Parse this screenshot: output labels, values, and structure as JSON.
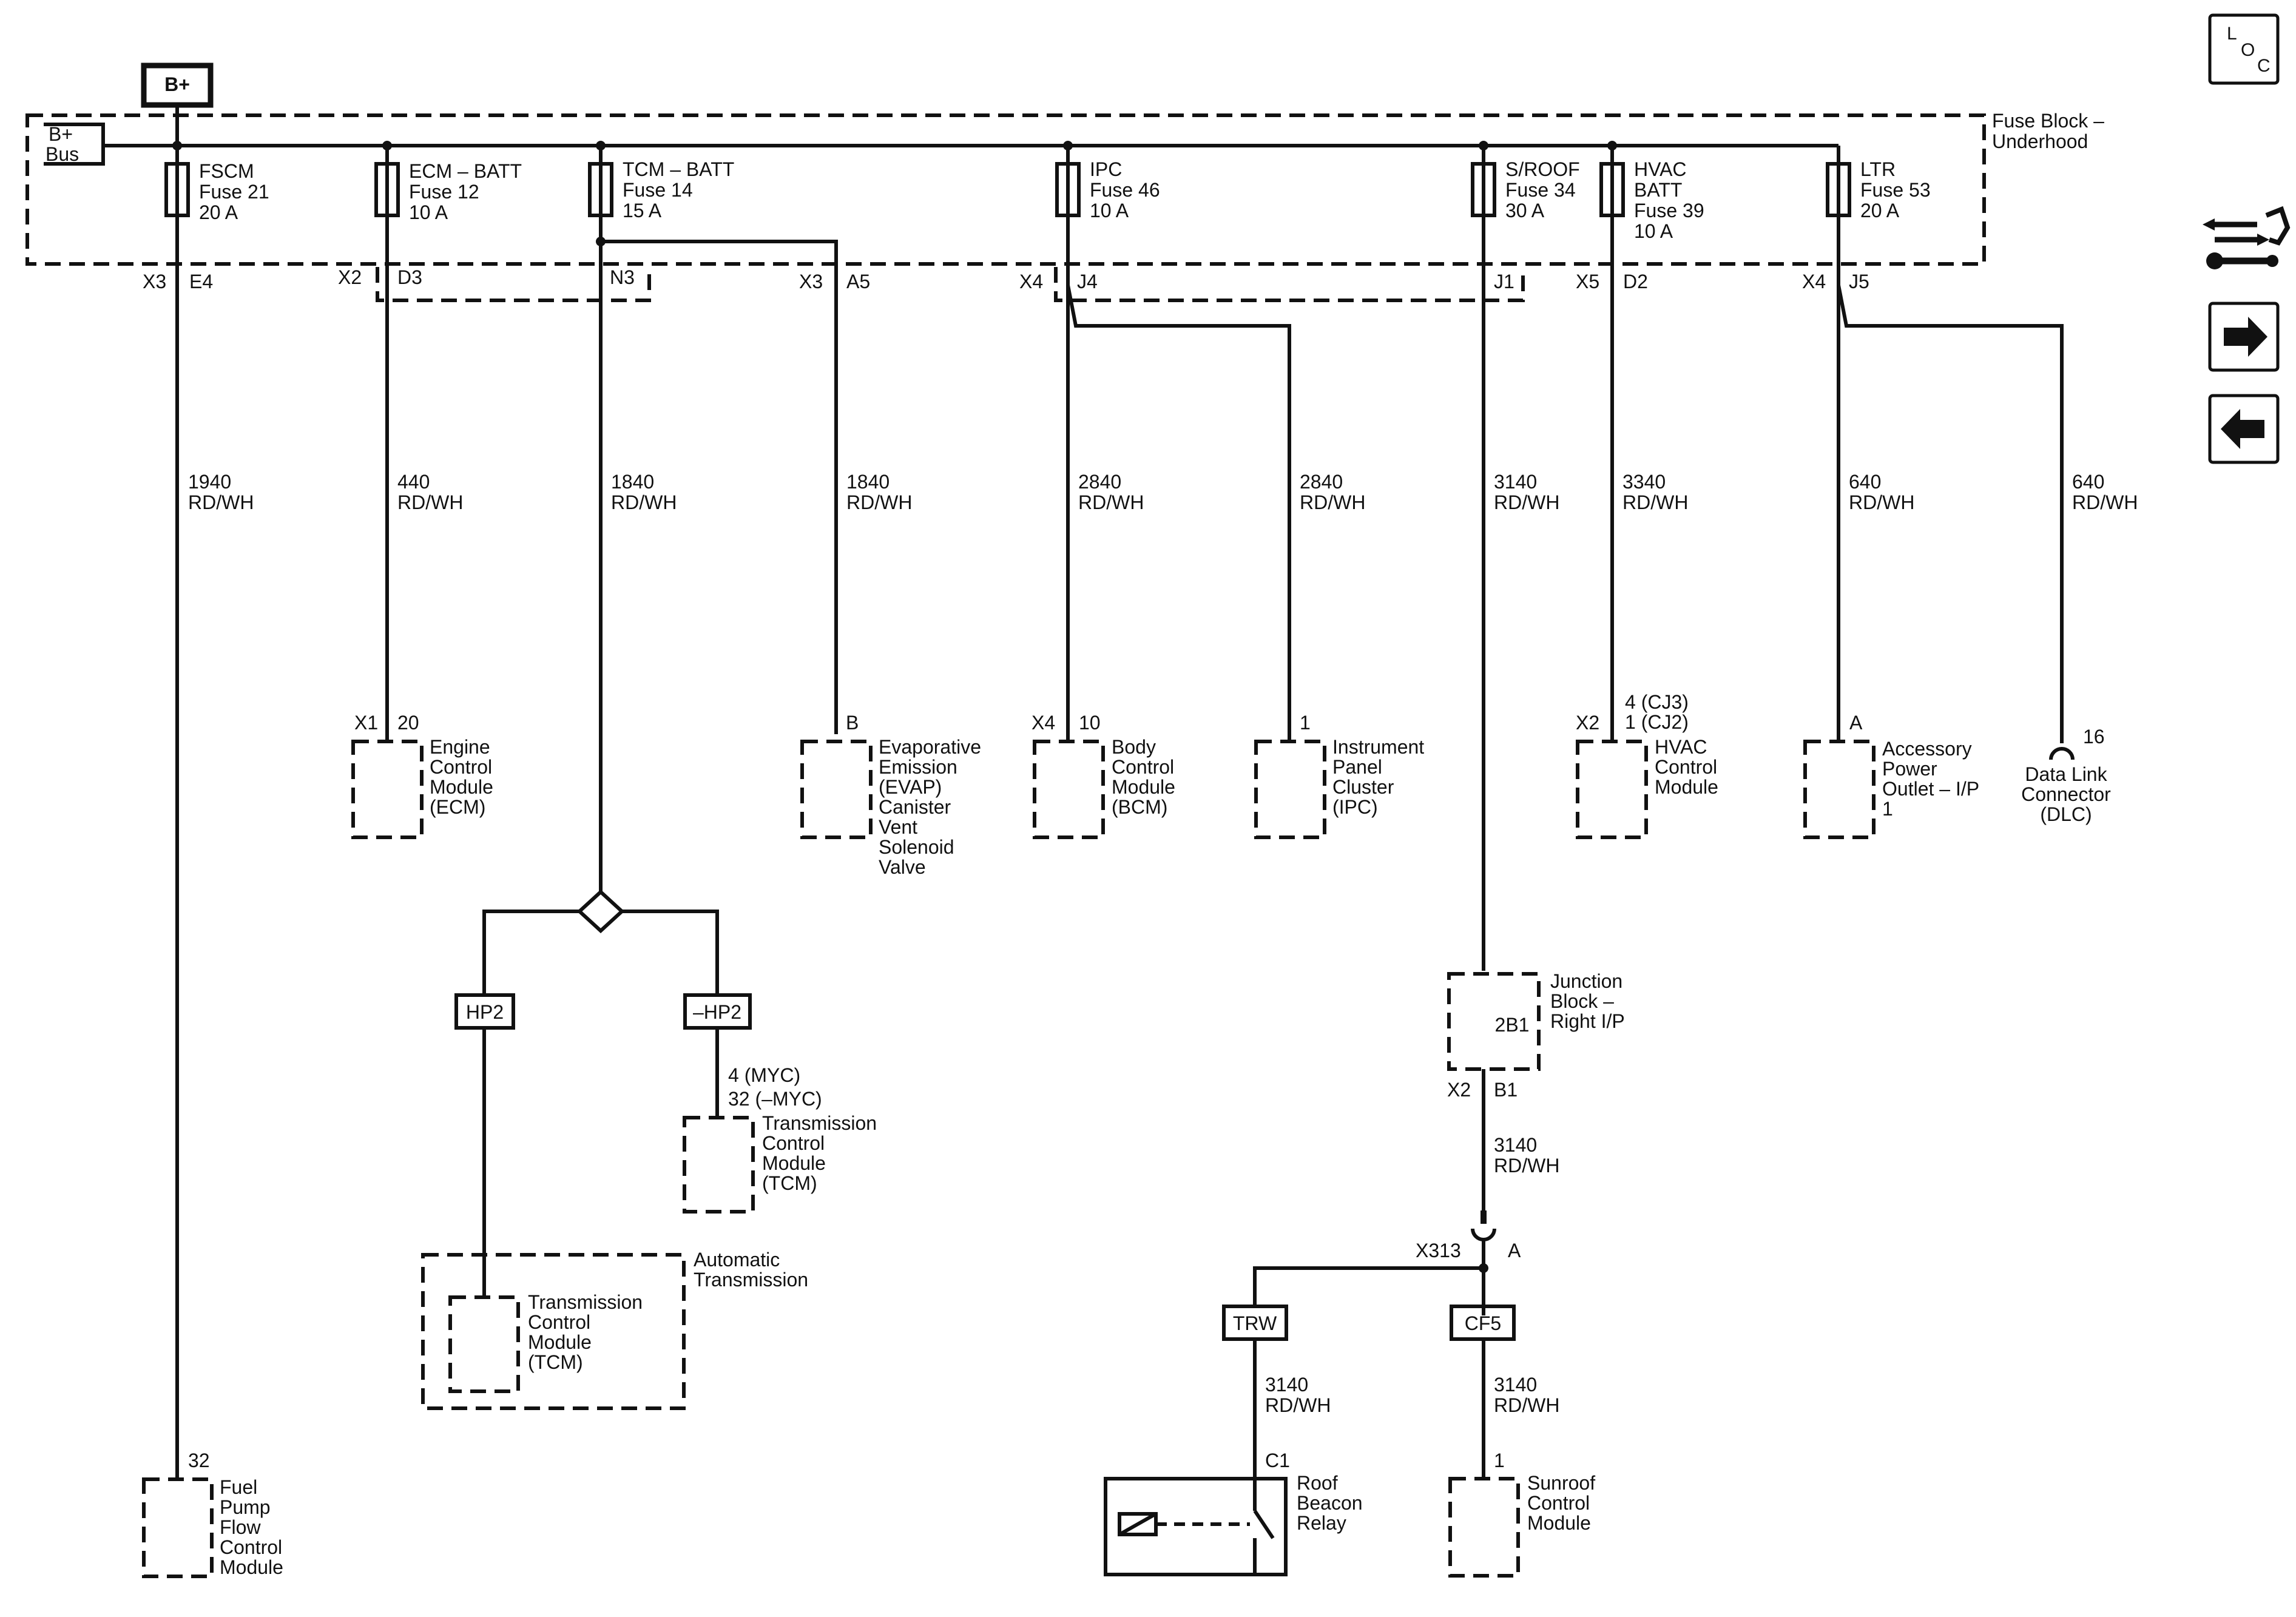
{
  "bplus": "B+",
  "bus_label": [
    "B+",
    "Bus"
  ],
  "fuse_block_label": [
    "Fuse Block –",
    "Underhood"
  ],
  "loc": {
    "l": "L",
    "o": "O",
    "c": "C"
  },
  "fuses": [
    {
      "lines": [
        "FSCM",
        "Fuse 21",
        "20 A"
      ]
    },
    {
      "lines": [
        "ECM – BATT",
        "Fuse 12",
        "10 A"
      ]
    },
    {
      "lines": [
        "TCM – BATT",
        "Fuse 14",
        "15 A"
      ]
    },
    {
      "lines": [
        "IPC",
        "Fuse 46",
        "10 A"
      ]
    },
    {
      "lines": [
        "S/ROOF",
        "Fuse 34",
        "30 A"
      ]
    },
    {
      "lines": [
        "HVAC",
        "BATT",
        "Fuse 39",
        "10 A"
      ]
    },
    {
      "lines": [
        "LTR",
        "Fuse 53",
        "20 A"
      ]
    }
  ],
  "connectors_top": [
    {
      "conn": "X3",
      "pin": "E4"
    },
    {
      "conn": "X2",
      "pin": "D3"
    },
    {
      "conn": "",
      "pin": "N3"
    },
    {
      "conn": "X3",
      "pin": "A5"
    },
    {
      "conn": "X4",
      "pin": "J4"
    },
    {
      "conn": "",
      "pin": "J1"
    },
    {
      "conn": "X5",
      "pin": "D2"
    },
    {
      "conn": "X4",
      "pin": "J5"
    }
  ],
  "wires": [
    {
      "circuit": "1940",
      "color": "RD/WH"
    },
    {
      "circuit": "440",
      "color": "RD/WH"
    },
    {
      "circuit": "1840",
      "color": "RD/WH"
    },
    {
      "circuit": "1840",
      "color": "RD/WH"
    },
    {
      "circuit": "2840",
      "color": "RD/WH"
    },
    {
      "circuit": "2840",
      "color": "RD/WH"
    },
    {
      "circuit": "3140",
      "color": "RD/WH"
    },
    {
      "circuit": "3340",
      "color": "RD/WH"
    },
    {
      "circuit": "640",
      "color": "RD/WH"
    },
    {
      "circuit": "640",
      "color": "RD/WH"
    },
    {
      "circuit": "3140",
      "color": "RD/WH"
    },
    {
      "circuit": "3140",
      "color": "RD/WH"
    },
    {
      "circuit": "3140",
      "color": "RD/WH"
    }
  ],
  "components": {
    "ecm": {
      "conn": "X1",
      "pin": "20",
      "lines": [
        "Engine",
        "Control",
        "Module",
        "(ECM)"
      ]
    },
    "evap": {
      "pin": "B",
      "lines": [
        "Evaporative",
        "Emission",
        "(EVAP)",
        "Canister",
        "Vent",
        "Solenoid",
        "Valve"
      ]
    },
    "bcm": {
      "conn": "X4",
      "pin": "10",
      "lines": [
        "Body",
        "Control",
        "Module",
        "(BCM)"
      ]
    },
    "ipc": {
      "pin": "1",
      "lines": [
        "Instrument",
        "Panel",
        "Cluster",
        "(IPC)"
      ]
    },
    "hvac": {
      "conn": "X2",
      "pins": [
        "4 (CJ3)",
        "1 (CJ2)"
      ],
      "lines": [
        "HVAC",
        "Control",
        "Module"
      ]
    },
    "apo": {
      "pin": "A",
      "lines": [
        "Accessory",
        "Power",
        "Outlet – I/P",
        "1"
      ]
    },
    "dlc": {
      "pin": "16",
      "lines": [
        "Data Link",
        "Connector",
        "(DLC)"
      ]
    },
    "tcm_myc": {
      "pins": [
        "4 (MYC)",
        "32 (–MYC)"
      ],
      "lines": [
        "Transmission",
        "Control",
        "Module",
        "(TCM)"
      ]
    },
    "auto_trans": {
      "lines": [
        "Automatic",
        "Transmission"
      ]
    },
    "tcm_inner": {
      "lines": [
        "Transmission",
        "Control",
        "Module",
        "(TCM)"
      ]
    },
    "fuel_pump": {
      "pin": "32",
      "lines": [
        "Fuel",
        "Pump",
        "Flow",
        "Control",
        "Module"
      ]
    },
    "junction": {
      "inner": "2B1",
      "conn": "X2",
      "pin": "B1",
      "lines": [
        "Junction",
        "Block –",
        "Right I/P"
      ]
    },
    "x313": {
      "conn": "X313",
      "pin": "A"
    },
    "relay": {
      "pin": "C1",
      "lines": [
        "Roof",
        "Beacon",
        "Relay"
      ]
    },
    "sunroof": {
      "pin": "1",
      "lines": [
        "Sunroof",
        "Control",
        "Module"
      ]
    }
  },
  "options": {
    "hp2": "HP2",
    "not_hp2": "–HP2",
    "trw": "TRW",
    "cf5": "CF5"
  }
}
